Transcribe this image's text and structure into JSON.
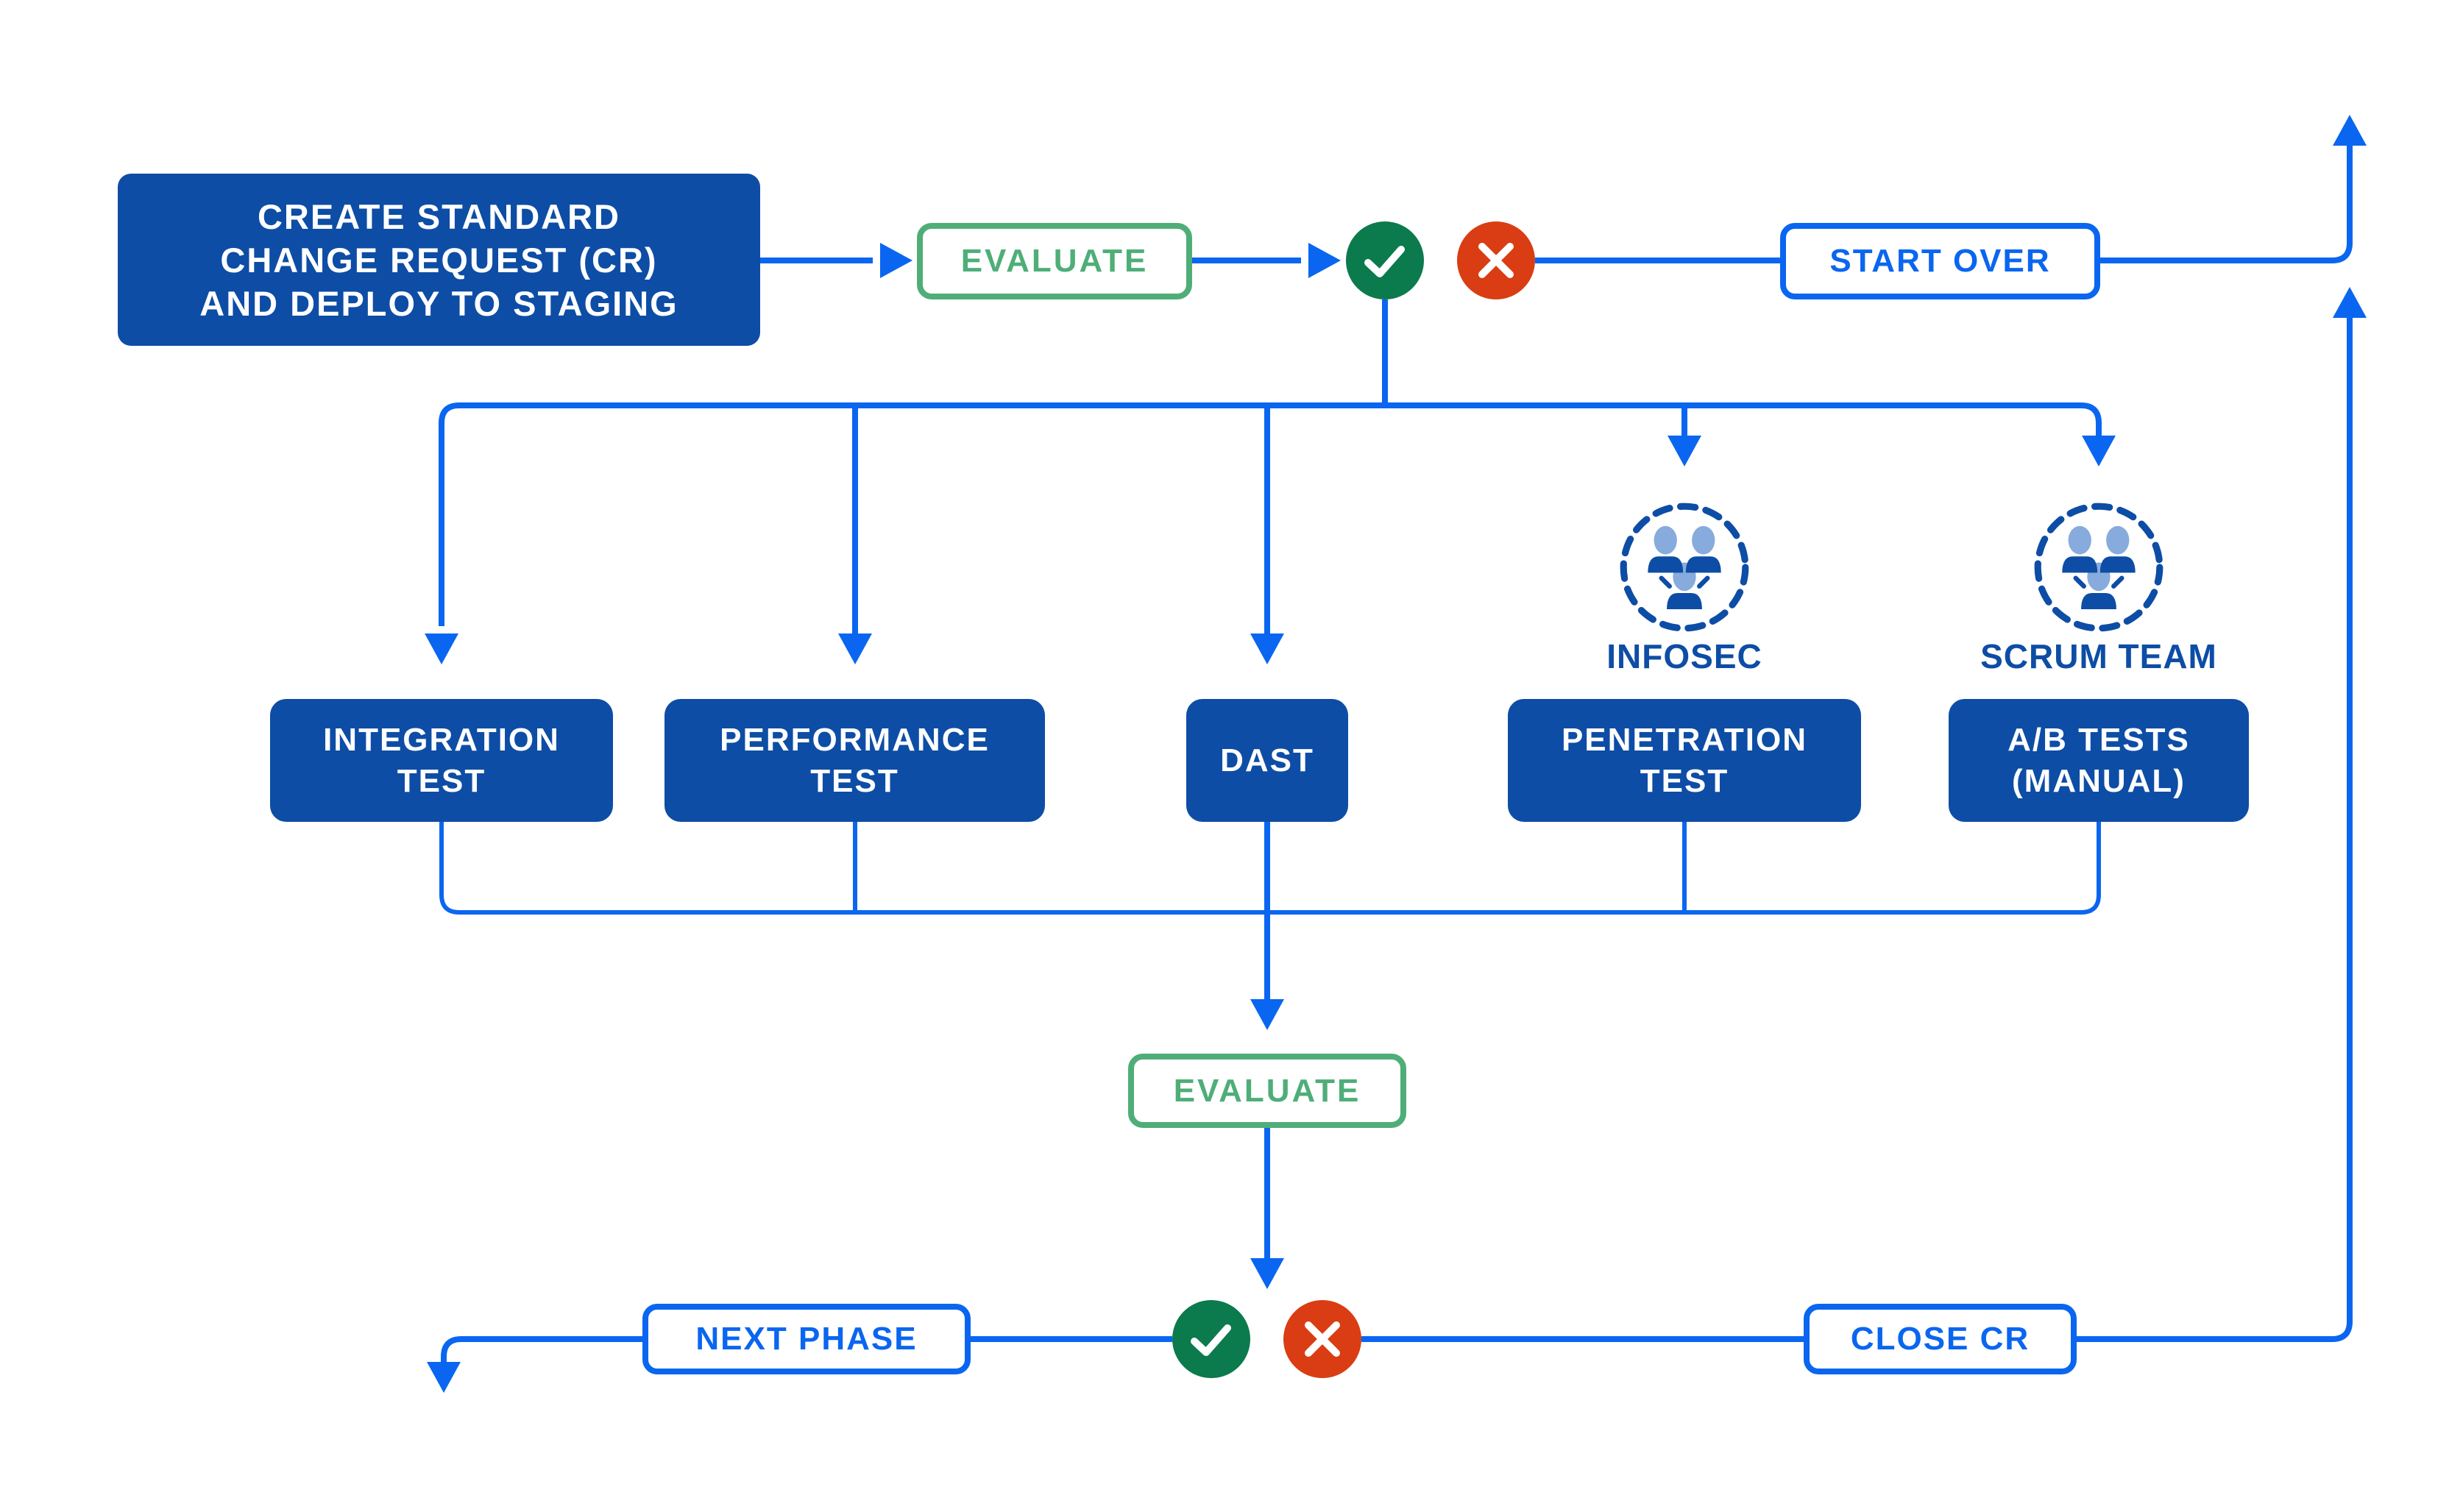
{
  "colors": {
    "box_blue": "#0D4DA5",
    "line_blue": "#0A66F0",
    "green_circle": "#0B7A4C",
    "red_circle": "#DA3D13",
    "green_outline": "#4FAE78",
    "head_blue": "#87ABDC"
  },
  "nodes": {
    "create_cr": {
      "label": "CREATE STANDARD\nCHANGE REQUEST (CR)\nAND DEPLOY TO STAGING"
    },
    "evaluate_top": {
      "label": "EVALUATE"
    },
    "start_over": {
      "label": "START OVER"
    },
    "integration_test": {
      "label": "INTEGRATION\nTEST"
    },
    "performance_test": {
      "label": "PERFORMANCE\nTEST"
    },
    "dast": {
      "label": "DAST"
    },
    "penetration_test": {
      "label": "PENETRATION\nTEST"
    },
    "ab_tests": {
      "label": "A/B TESTS\n(MANUAL)"
    },
    "infosec": {
      "label": "INFOSEC"
    },
    "scrum_team": {
      "label": "SCRUM TEAM"
    },
    "evaluate_bottom": {
      "label": "EVALUATE"
    },
    "next_phase": {
      "label": "NEXT PHASE"
    },
    "close_cr": {
      "label": "CLOSE CR"
    }
  },
  "icons": {
    "pass": "check-circle",
    "fail": "x-circle",
    "team": "three-person-group-dashed-circle"
  },
  "edges": [
    "create_cr -> evaluate_top",
    "evaluate_top -> pass/fail (top)",
    "fail (top) -> start_over",
    "start_over -> loop to top",
    "pass (top) -> integration_test",
    "pass (top) -> performance_test",
    "pass (top) -> dast",
    "pass (top) -> infosec -> penetration_test",
    "pass (top) -> scrum_team -> ab_tests",
    "all tests -> evaluate_bottom",
    "evaluate_bottom -> pass/fail (bottom)",
    "pass (bottom) -> next_phase -> exit down",
    "fail (bottom) -> close_cr -> loop to top"
  ]
}
